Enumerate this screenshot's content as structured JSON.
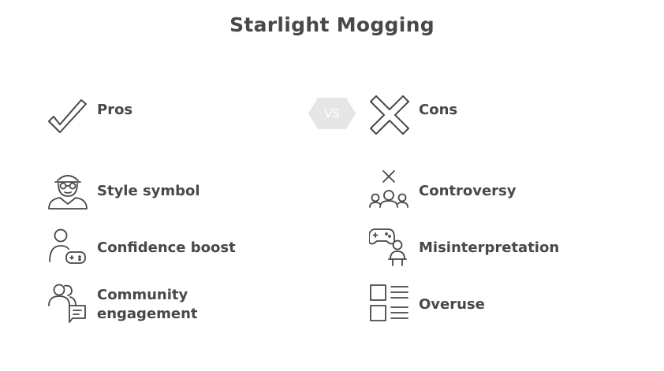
{
  "title": "Starlight Mogging",
  "vs_label": "VS",
  "pros": {
    "heading": "Pros",
    "icon": "checkmark-icon",
    "items": [
      {
        "label": "Style symbol",
        "icon": "person-with-hat-icon"
      },
      {
        "label": "Confidence boost",
        "icon": "person-with-gamepad-icon"
      },
      {
        "label": "Community engagement",
        "line1": "Community",
        "line2": "engagement",
        "icon": "community-chat-icon"
      }
    ]
  },
  "cons": {
    "heading": "Cons",
    "icon": "cross-icon",
    "items": [
      {
        "label": "Controversy",
        "icon": "group-with-x-icon"
      },
      {
        "label": "Misinterpretation",
        "icon": "gamepad-person-icon"
      },
      {
        "label": "Overuse",
        "icon": "list-grid-icon"
      }
    ]
  },
  "colors": {
    "text": "#484848",
    "icon_stroke": "#484848",
    "vs_badge": "#e6e6e6"
  }
}
